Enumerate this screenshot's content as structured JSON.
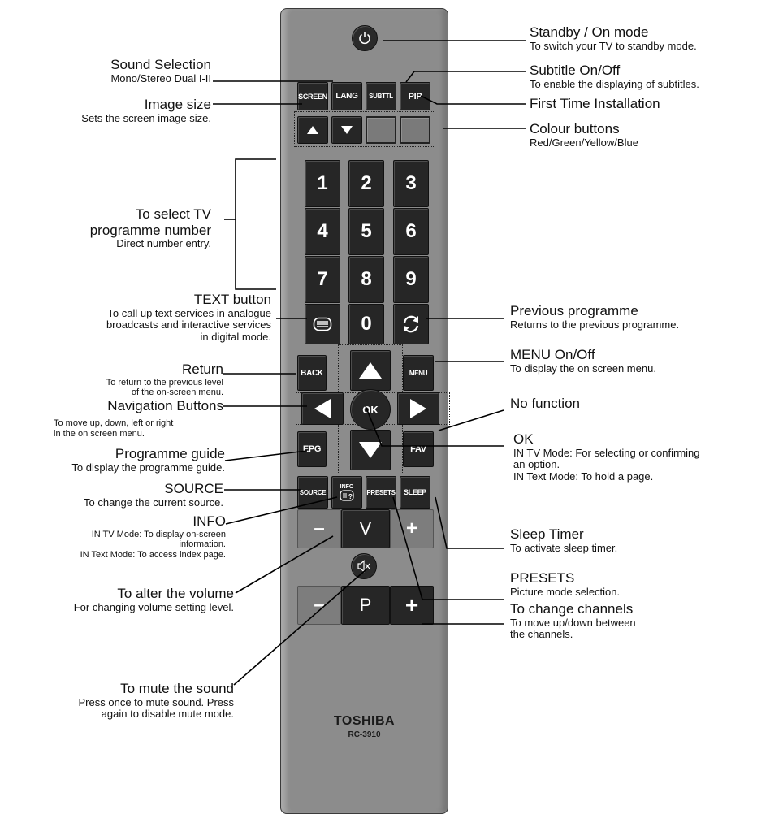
{
  "remote": {
    "brand": "TOSHIBA",
    "model": "RC-3910",
    "buttons": {
      "screen": "SCREEN",
      "lang": "LANG",
      "subttl": "SUBTTL",
      "pip": "PIP",
      "n1": "1",
      "n2": "2",
      "n3": "3",
      "n4": "4",
      "n5": "5",
      "n6": "6",
      "n7": "7",
      "n8": "8",
      "n9": "9",
      "n0": "0",
      "back": "BACK",
      "menu": "MENU",
      "ok": "OK",
      "epg": "EPG",
      "fav": "FAV",
      "source": "SOURCE",
      "info": "INFO",
      "presets": "PRESETS",
      "sleep": "SLEEP",
      "vol_minus": "–",
      "vol_label": "V",
      "vol_plus": "+",
      "prog_minus": "–",
      "prog_label": "P",
      "prog_plus": "+"
    }
  },
  "annotations": {
    "standby": {
      "title": "Standby / On mode",
      "desc": "To switch your TV to standby mode."
    },
    "sound": {
      "title": "Sound Selection",
      "desc": "Mono/Stereo Dual I-II"
    },
    "subtitle": {
      "title": "Subtitle On/Off",
      "desc": "To enable the displaying of subtitles."
    },
    "image": {
      "title": "Image size",
      "desc": "Sets the screen image size."
    },
    "first_time": {
      "title": "First Time Installation"
    },
    "colour": {
      "title": "Colour buttons",
      "desc": "Red/Green/Yellow/Blue"
    },
    "programme_num": {
      "title1": "To select TV",
      "title2": "programme number",
      "desc": "Direct number entry."
    },
    "text": {
      "title": "TEXT button",
      "desc1": "To call up text services in analogue",
      "desc2": "broadcasts  and interactive services",
      "desc3": "in digital mode."
    },
    "previous": {
      "title": "Previous programme",
      "desc": "Returns to the previous programme."
    },
    "menu": {
      "title": "MENU On/Off",
      "desc": "To display the on screen menu."
    },
    "return": {
      "title": "Return",
      "desc1": "To return to the previous level",
      "desc2": "of the on-screen menu."
    },
    "navigation": {
      "title": "Navigation Buttons",
      "desc1": "To move up, down, left or right",
      "desc2": "in the on screen menu."
    },
    "no_function": {
      "title": "No function"
    },
    "ok": {
      "title": "OK",
      "desc1": "IN TV Mode: For selecting or confirming",
      "desc2": "an option.",
      "desc3": "IN Text Mode: To hold a page."
    },
    "guide": {
      "title": "Programme guide",
      "desc": "To display the programme guide."
    },
    "source": {
      "title": "SOURCE",
      "desc": "To change the current source."
    },
    "info": {
      "title": "INFO",
      "desc1": "IN TV Mode: To display on-screen",
      "desc2": "information.",
      "desc3": "IN Text Mode: To access index page."
    },
    "sleep": {
      "title": "Sleep Timer",
      "desc": "To activate sleep timer."
    },
    "volume": {
      "title": "To alter the volume",
      "desc": "For changing volume setting level."
    },
    "presets": {
      "title": "PRESETS",
      "desc": "Picture mode selection."
    },
    "channels": {
      "title": "To change channels",
      "desc1": "To move up/down between",
      "desc2": "the channels."
    },
    "mute": {
      "title": "To mute the sound",
      "desc1": "Press once to mute sound. Press",
      "desc2": "again to disable mute mode."
    }
  },
  "colors": {
    "remote_body": "#8c8c8c",
    "button": "#262626",
    "button_text": "#ffffff",
    "line": "#000000"
  }
}
